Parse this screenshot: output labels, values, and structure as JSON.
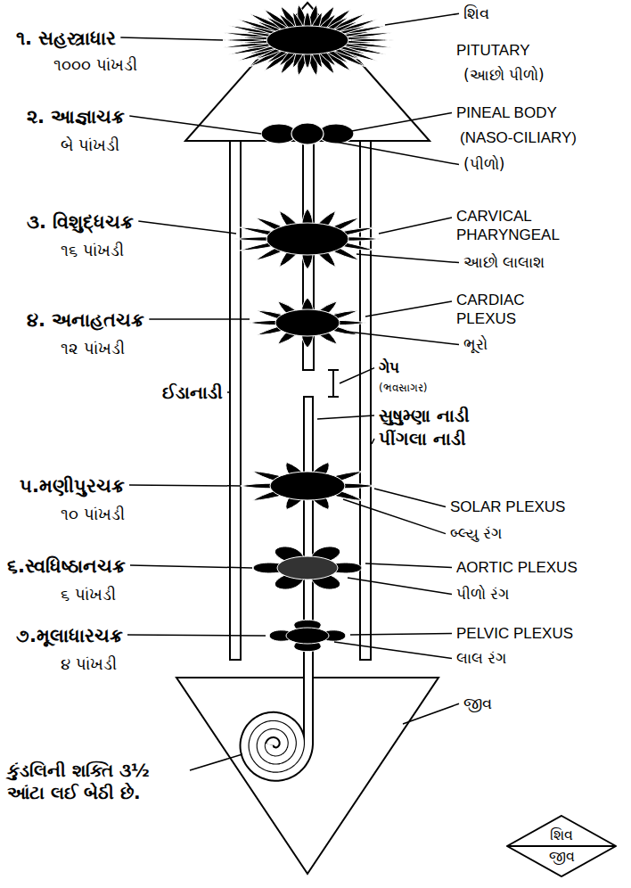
{
  "diagram": {
    "nodes": [
      {
        "text": [
          "શિવ",
          "જીવ"
        ]
      }
    ],
    "labels": [
      "૧. સહસ્ત્રાધાર",
      "૧૦૦૦ પાંખડી",
      "શિવ",
      "PITUTARY",
      "(આછો પીળો)",
      "૨. આજ્ઞાચક્ર",
      "બે પાંખડી",
      "PINEAL BODY",
      "(NASO-CILIARY)",
      "(પીળો)",
      "૩. વિશુદ્ધચક્ર",
      "૧૬ પાંખડી",
      "CARVICAL PHARYNGEAL",
      "આછો લાલાશ",
      "૪. અનાહતચક્ર",
      "૧૨ પાંખડી",
      "CARDIAC PLEXUS",
      "ભૂરો",
      "ગેપ",
      "(ભવસાગર)",
      "ઈડાનાડી",
      "સુષુમ્ણા નાડી",
      "પીંગલા નાડી",
      "૫.મણીપુરચક્ર",
      "૧૦ પાંખડી",
      "SOLAR PLEXUS",
      "બ્લ્યુ રંગ",
      "૬.સ્વધિષ્ઠાનચક્ર",
      "૬ પાંખડી",
      "AORTIC PLEXUS",
      "પીળો રંગ",
      "૭.મૂલાધારચક્ર",
      "૪ પાંખડી",
      "PELVIC PLEXUS",
      "લાલ રંગ",
      "કુંડલિની શક્તિ ૩½ આંટા લઈ બેઠી છે.",
      "જીવ"
    ]
  }
}
